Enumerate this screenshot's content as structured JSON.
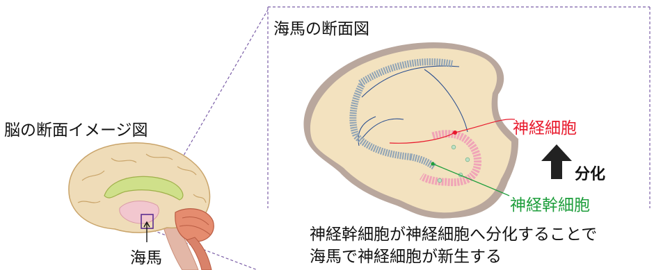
{
  "labels": {
    "brain_title": "脳の断面イメージ図",
    "hippocampus": "海馬",
    "panel_title": "海馬の断面図",
    "neuron": "神経細胞",
    "stem_cell": "神経幹細胞",
    "differentiation": "分化",
    "caption_line1": "神経幹細胞が神経細胞へ分化することで",
    "caption_line2": "海馬で神経細胞が新生する"
  },
  "colors": {
    "neuron": "#e8192c",
    "stem_cell": "#1e9e3c",
    "dashed_frame": "#7b5ea7",
    "hippocampus_fill": "#f3e2bf",
    "cell_layer": "#8fa3b5",
    "arrow": "#222222"
  },
  "icons": [
    "brain-illustration",
    "up-arrow-icon",
    "neuron-icon",
    "stem-cell-icon"
  ]
}
